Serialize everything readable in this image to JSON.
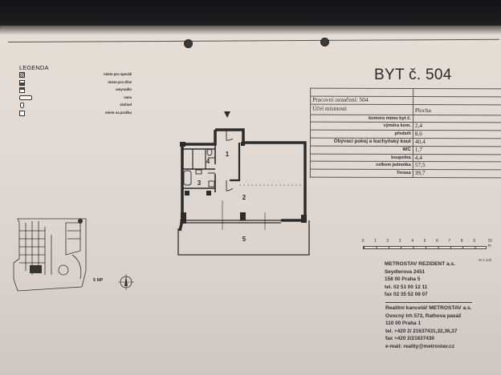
{
  "legend": {
    "title": "LEGENDA",
    "items": [
      {
        "label": "místo pro sporák",
        "symbol": "stove-icon"
      },
      {
        "label": "místo pro dřez",
        "symbol": "sink-icon"
      },
      {
        "label": "umyvadlo",
        "symbol": "washbasin-icon"
      },
      {
        "label": "vana",
        "symbol": "bathtub-icon"
      },
      {
        "label": "záchod",
        "symbol": "toilet-icon"
      },
      {
        "label": "místo na pračku",
        "symbol": "washing-machine-icon"
      }
    ]
  },
  "title": "BYT č. 504",
  "table": {
    "header": [
      "",
      ""
    ],
    "work_designation": "Pracovní označení: 504",
    "room_purpose_label": "Účel místnosti",
    "area_label": "Plocha",
    "rows": [
      {
        "label": "komora mimo byt č.",
        "value": ""
      },
      {
        "label": "výměra kom.",
        "value": "2,4"
      },
      {
        "label": "předsíň",
        "value": "8,6"
      },
      {
        "label": "Obývací pokoj a kuchyňský kout",
        "value": "40,4"
      },
      {
        "label": "WC",
        "value": "1,7"
      },
      {
        "label": "koupelna",
        "value": "4,4"
      },
      {
        "label": "celkem jednotka",
        "value": "57,5"
      },
      {
        "label": "Terasa",
        "value": "39,7"
      }
    ]
  },
  "plan": {
    "rooms": [
      {
        "number": "1",
        "name": "předsíň"
      },
      {
        "number": "2",
        "name": "Obývací pokoj a kuchyňský kout"
      },
      {
        "number": "3",
        "name": "koupelna"
      },
      {
        "number": "4",
        "name": "WC"
      },
      {
        "number": "5",
        "name": "Terasa"
      }
    ],
    "entrance_marker": "▼"
  },
  "site_plan": {
    "floor_label": "5 NP"
  },
  "scale": {
    "ticks": [
      "0",
      "1",
      "2",
      "3",
      "4",
      "5",
      "6",
      "7",
      "8",
      "9",
      "10 m"
    ],
    "ratio": "M 1:100"
  },
  "contacts": {
    "developer": [
      "METROSTAV REZIDENT a.s.",
      "Seydlerova 2451",
      "158 00 Praha 5",
      "tel. 02 51 00 12 11",
      "fax 02 35 52 08 07"
    ],
    "agency": [
      "Realitní kancelář METROSTAV a.s.",
      "Ovocný trh 573, Rathova pasáž",
      "110 00 Praha 1",
      "tel. +420 2/ 21637431,32,36,37",
      "fax +420 2/21637430",
      "e-mail: reality@metrostav.cz"
    ]
  }
}
